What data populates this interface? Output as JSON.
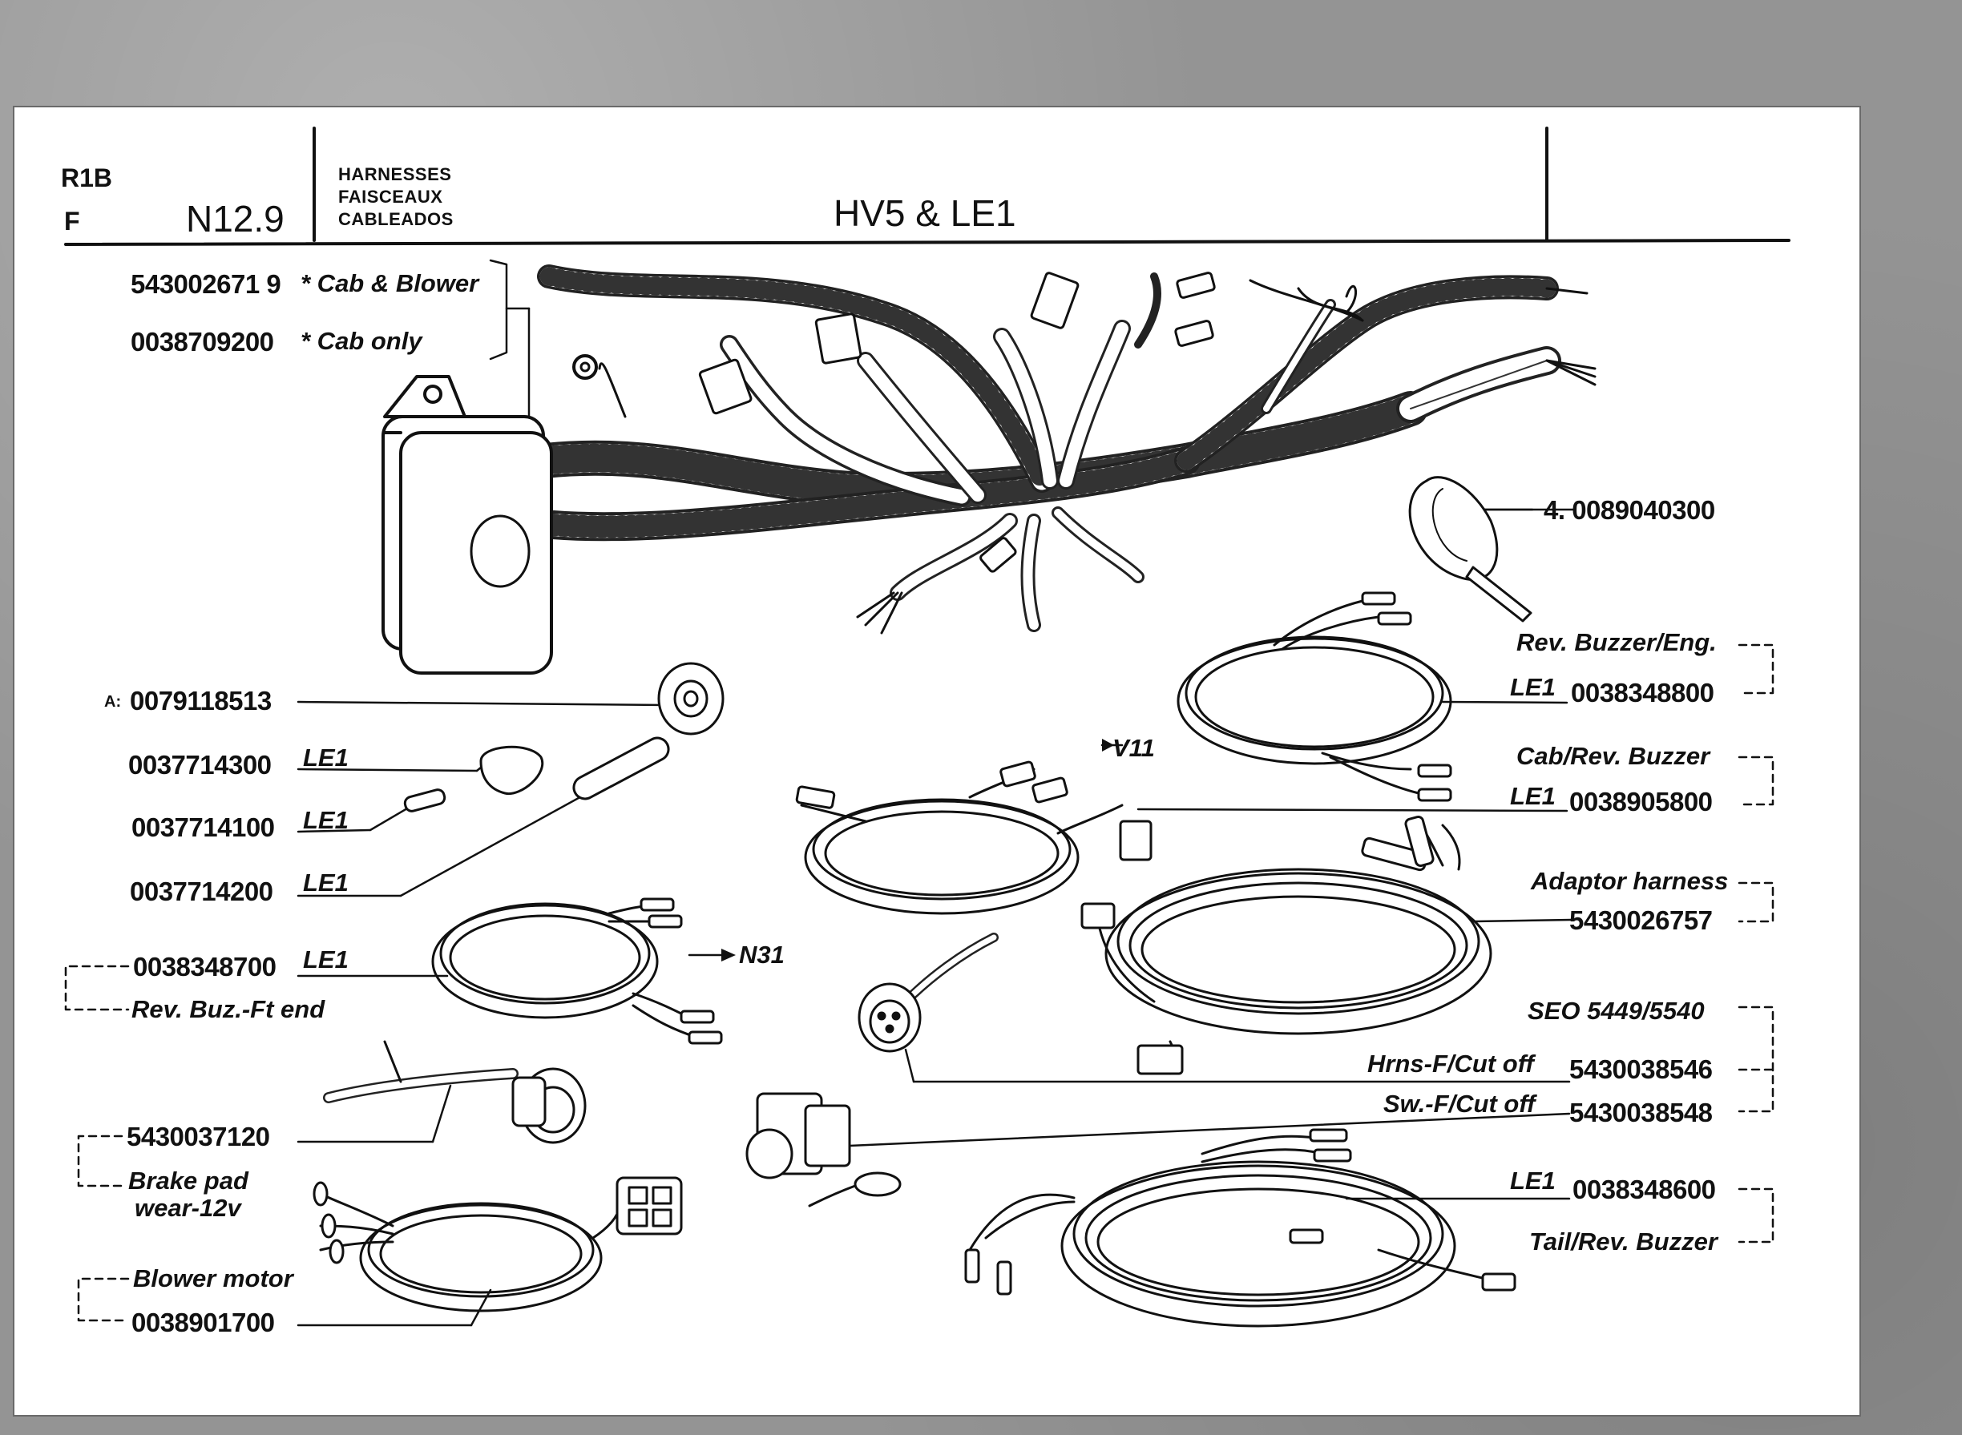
{
  "header": {
    "model_code": "R1B",
    "lang_code": "F",
    "page_ref": "N12.9",
    "section_lines": [
      "HARNESSES",
      "FAISCEAUX",
      "CABLEADOS"
    ],
    "title": "HV5 & LE1"
  },
  "callouts": {
    "cab_blower_part": "543002671 9",
    "cab_blower_desc": "* Cab & Blower",
    "cab_only_part": "0038709200",
    "cab_only_desc": "* Cab only",
    "tie_part": "4. 0089040300",
    "grommet_prefix": "A:",
    "grommet_part": "0079118513",
    "p14300": "0037714300",
    "p14300_tag": "LE1",
    "p14100": "0037714100",
    "p14100_tag": "LE1",
    "p14200": "0037714200",
    "p14200_tag": "LE1",
    "rev_buzzer_eng_desc": "Rev. Buzzer/Eng.",
    "rev_buzzer_eng_tag": "LE1",
    "rev_buzzer_eng_part": "0038348800",
    "v11_ref": "V11",
    "cab_rev_buzzer_desc": "Cab/Rev. Buzzer",
    "cab_rev_buzzer_tag": "LE1",
    "cab_rev_buzzer_part": "0038905800",
    "adaptor_desc": "Adaptor harness",
    "adaptor_part": "5430026757",
    "rev_buz_ft_part": "0038348700",
    "rev_buz_ft_tag": "LE1",
    "rev_buz_ft_desc": "Rev. Buz.-Ft end",
    "n31_ref": "N31",
    "seo_desc": "SEO 5449/5540",
    "hrns_cutoff_desc": "Hrns-F/Cut off",
    "hrns_cutoff_part": "5430038546",
    "sw_cutoff_desc": "Sw.-F/Cut off",
    "sw_cutoff_part": "5430038548",
    "brake_part": "5430037120",
    "brake_desc_1": "Brake pad",
    "brake_desc_2": "wear-12v",
    "tail_tag": "LE1",
    "tail_part": "0038348600",
    "tail_desc": "Tail/Rev. Buzzer",
    "blower_desc": "Blower motor",
    "blower_part": "0038901700"
  }
}
